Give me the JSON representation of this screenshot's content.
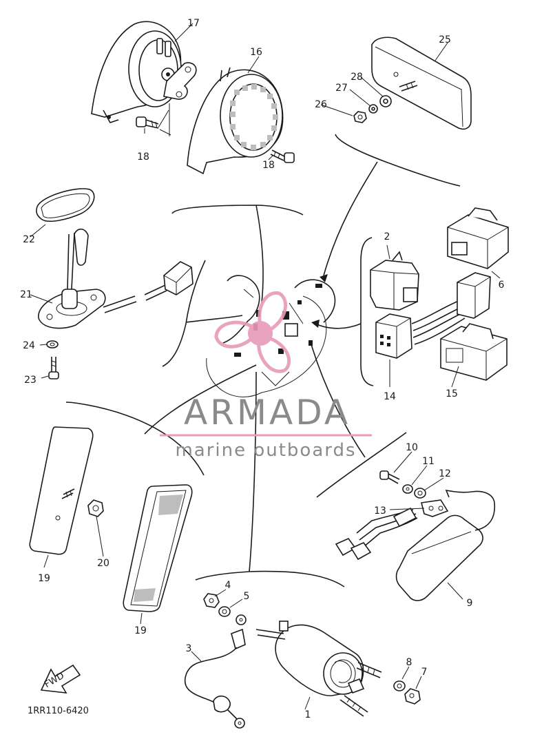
{
  "diagram": {
    "part_labels": [
      "1",
      "2",
      "3",
      "4",
      "5",
      "6",
      "7",
      "8",
      "9",
      "10",
      "11",
      "12",
      "13",
      "14",
      "15",
      "16",
      "17",
      "18",
      "18",
      "19",
      "19",
      "20",
      "21",
      "22",
      "23",
      "24",
      "25",
      "26",
      "27",
      "28"
    ],
    "catalog_code": "1RR110-6420",
    "fwd_label": "FWD"
  },
  "watermark": {
    "brand": "ARMADA",
    "tagline": "marine outboards",
    "accent_color": "#e89ab8"
  }
}
